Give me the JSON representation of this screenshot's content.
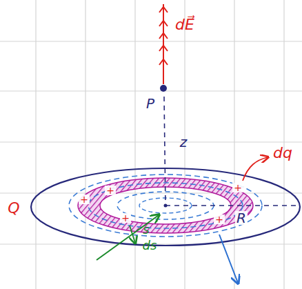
{
  "diagram": {
    "labels": [
      "dE⃗",
      "P",
      "z",
      "dq",
      "Q",
      "s",
      "ds",
      "R",
      "+",
      "+",
      "+",
      "+",
      "+"
    ]
  }
}
